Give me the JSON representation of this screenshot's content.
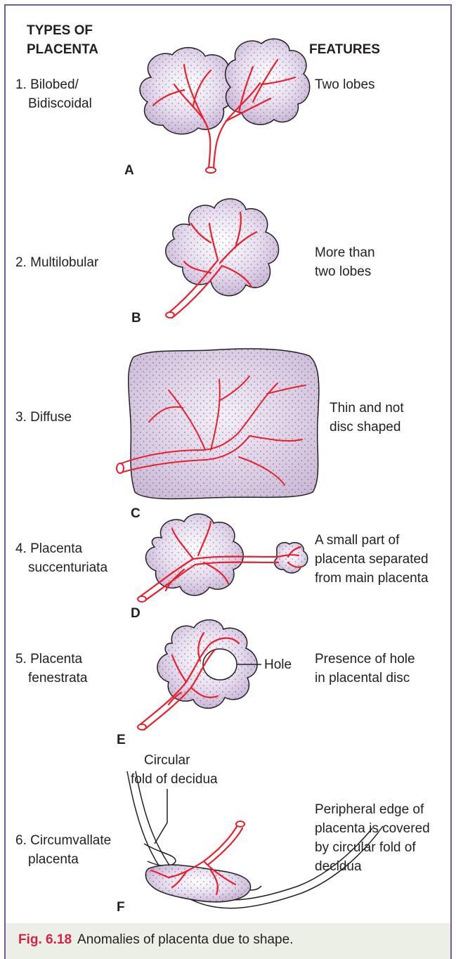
{
  "headers": {
    "types": "TYPES OF\nPLACENTA",
    "types_l1": "TYPES OF",
    "types_l2": "PLACENTA",
    "features": "FEATURES"
  },
  "rows": [
    {
      "type_l1": "1. Bilobed/",
      "type_l2": "Bidiscoidal",
      "feature_l1": "Two lobes",
      "feature_l2": "",
      "feature_l3": "",
      "letter": "A"
    },
    {
      "type_l1": "2. Multilobular",
      "type_l2": "",
      "feature_l1": "More than",
      "feature_l2": "two lobes",
      "feature_l3": "",
      "letter": "B"
    },
    {
      "type_l1": "3. Diffuse",
      "type_l2": "",
      "feature_l1": "Thin and not",
      "feature_l2": "disc shaped",
      "feature_l3": "",
      "letter": "C"
    },
    {
      "type_l1": "4. Placenta",
      "type_l2": "succenturiata",
      "feature_l1": "A small part of",
      "feature_l2": "placenta separated",
      "feature_l3": "from main placenta",
      "letter": "D"
    },
    {
      "type_l1": "5. Placenta",
      "type_l2": "fenestrata",
      "feature_l1": "Presence of hole",
      "feature_l2": "in placental disc",
      "feature_l3": "",
      "letter": "E"
    },
    {
      "type_l1": "6. Circumvallate",
      "type_l2": "placenta",
      "feature_l1": "Peripheral edge of",
      "feature_l2": "placenta is covered",
      "feature_l3": "by circular fold of",
      "feature_l4": "decidua",
      "letter": "F"
    }
  ],
  "labels": {
    "hole": "Hole",
    "fold_l1": "Circular",
    "fold_l2": "fold of decidua"
  },
  "caption": {
    "fig": "Fig. 6.18",
    "text": "Anomalies of placenta due to shape."
  },
  "colors": {
    "frame": "#7b5a93",
    "vessel": "#e8202e",
    "placenta": "#c9b6d6",
    "caption_bg": "#ecefe6",
    "fig_label": "#d62245"
  }
}
